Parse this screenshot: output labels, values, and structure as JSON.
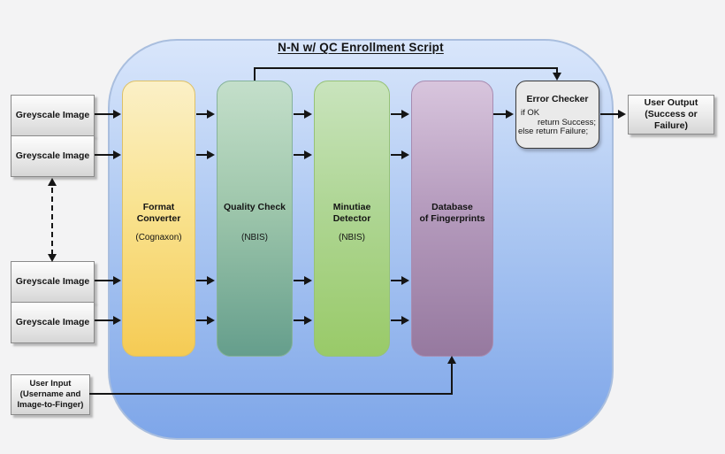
{
  "palette": {
    "canvas_bg": "#f3f3f4",
    "container_top": "#d9e6fb",
    "container_bottom": "#7ea6e9",
    "container_border": "#a9bede",
    "format_converter_top": "#fbf0c7",
    "format_converter_bottom": "#f5cb54",
    "quality_check_top": "#c4dfca",
    "quality_check_bottom": "#659e8c",
    "minutiae_detector_top": "#c9e4bd",
    "minutiae_detector_bottom": "#99ca68",
    "database_top": "#d8c5dd",
    "database_bottom": "#96799f",
    "grey_box_bg": "#e9e9e9",
    "arrow_color": "#151515"
  },
  "diagram": {
    "title": "N-N w/ QC Enrollment Script"
  },
  "greyscale_boxes": [
    {
      "label": "Greyscale Image"
    },
    {
      "label": "Greyscale Image"
    },
    {
      "label": "Greyscale Image"
    },
    {
      "label": "Greyscale Image"
    }
  ],
  "columns": [
    {
      "name": "Format Converter",
      "name2": "",
      "sub": "(Cognaxon)"
    },
    {
      "name": "Quality Check",
      "name2": "",
      "sub": "(NBIS)"
    },
    {
      "name": "Minutiae Detector",
      "name2": "",
      "sub": "(NBIS)"
    },
    {
      "name": "Database",
      "name2": "of Fingerprints",
      "sub": ""
    }
  ],
  "error_checker": {
    "title": "Error Checker",
    "line1": "if OK",
    "line2": "return Success;",
    "line3": "else return Failure;"
  },
  "user_output": {
    "line1": "User Output",
    "line2": "(Success or Failure)"
  },
  "user_input": {
    "line1": "User Input",
    "line2": "(Username and",
    "line3": "Image-to-Finger)"
  }
}
